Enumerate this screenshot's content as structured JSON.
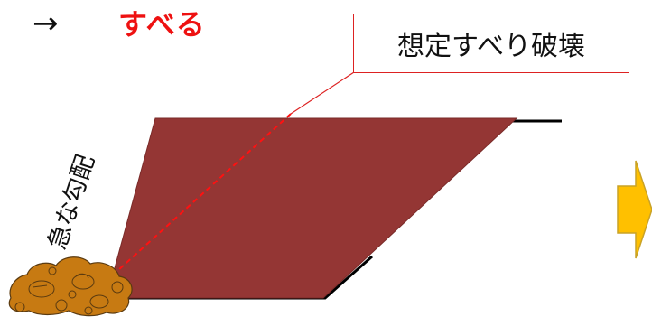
{
  "header": {
    "arrow": "→",
    "keyword": "すべる"
  },
  "callout": {
    "label": "想定すべり破壊"
  },
  "slope": {
    "label": "急な勾配"
  },
  "colors": {
    "keyword": "#ee1111",
    "callout_border": "#dd2222",
    "soil_block": "#943634",
    "slip_line": "#ff1111",
    "debris": "#c77a12",
    "next_arrow": "#ffc000",
    "next_arrow_outline": "#c9a227"
  },
  "icons": {
    "next_arrow": "right-arrow-icon",
    "debris": "debris-pile-icon"
  }
}
